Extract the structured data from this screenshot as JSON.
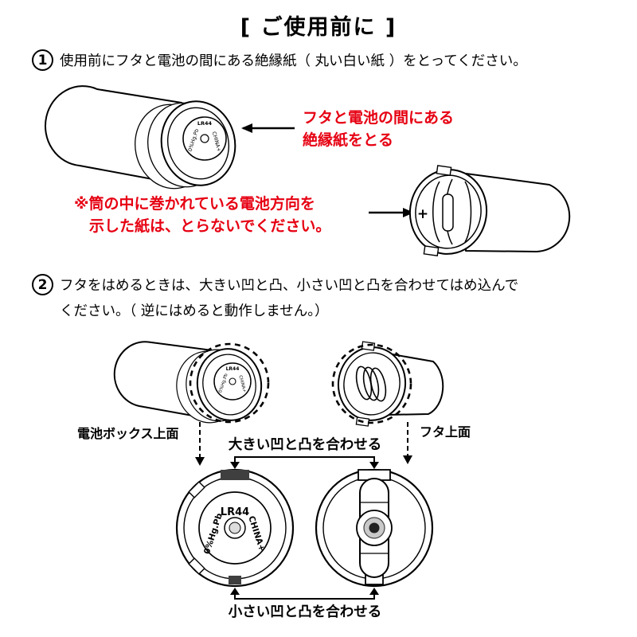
{
  "title": "[ ご使用前に ]",
  "steps": {
    "step1": {
      "number": "1",
      "text": "使用前にフタと電池の間にある絶縁紙（ 丸い白い紙 ）をとってください。"
    },
    "step2": {
      "number": "2",
      "line1": "フタをはめるときは、大きい凹と凸、小さい凹と凸を合わせてはめ込んで",
      "line2": "ください。（ 逆にはめると動作しません。）"
    }
  },
  "callouts": {
    "remove_paper_line1": "フタと電池の間にある",
    "remove_paper_line2": "絶縁紙をとる",
    "warning_line1": "※筒の中に巻かれている電池方向を",
    "warning_line2": "示した紙は、とらないでください。"
  },
  "labels": {
    "battery_box_top": "電池ボックス上面",
    "cap_top": "フタ上面",
    "align_large": "大きい凹と凸を合わせる",
    "align_small": "小さい凹と凸を合わせる"
  },
  "battery": {
    "model": "LR44",
    "marking_left": "0%Hg.Pb",
    "marking_right": "CHINA+",
    "plus_mark": "+"
  },
  "colors": {
    "accent_red": "#e60012",
    "ink": "#000000",
    "tab_gray": "#3f3f3f"
  }
}
